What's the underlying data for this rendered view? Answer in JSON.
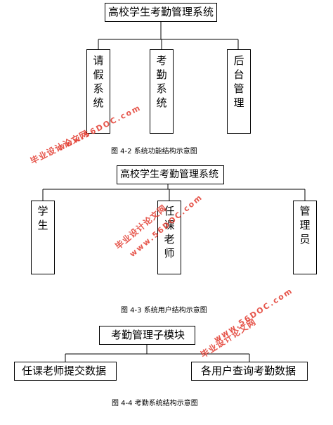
{
  "figure1": {
    "root": "高校学生考勤管理系统",
    "children": [
      "请假系统",
      "考勤系统",
      "后台管理"
    ],
    "caption": "图 4-2    系统功能结构示意图"
  },
  "figure2": {
    "root": "高校学生考勤管理系统",
    "children": [
      "学生",
      "任课老师",
      "管理员"
    ],
    "caption": "图 4-3    系统用户结构示意图"
  },
  "figure3": {
    "root": "考勤管理子模块",
    "children": [
      "任课老师提交数据",
      "各用户查询考勤数据"
    ],
    "caption": "图 4-4    考勤系统结构示意图"
  },
  "watermark": {
    "text_cn": "毕业设计论文网",
    "url": "www.56DOC.com",
    "color": "#e23a2e"
  }
}
